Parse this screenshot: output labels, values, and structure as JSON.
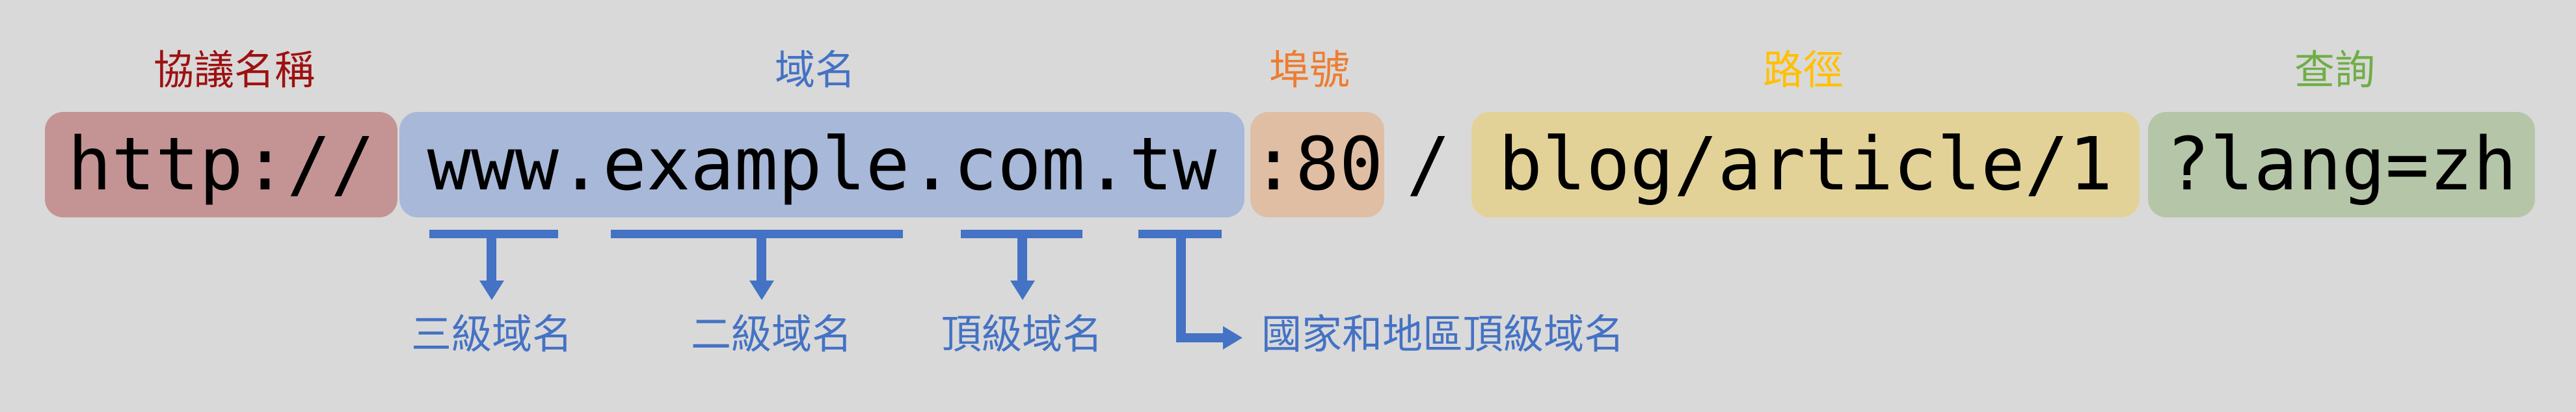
{
  "diagram": {
    "background": "#d9d9d9",
    "separator": "/",
    "parts": {
      "protocol": {
        "label": "協議名稱",
        "value": "http://",
        "label_color": "#9d1111",
        "box_color": "#c49494"
      },
      "domain": {
        "label": "域名",
        "value": "www.example.com.tw",
        "label_color": "#4472c4",
        "box_color": "#a8b8d8"
      },
      "port": {
        "label": "埠號",
        "value": ":80",
        "label_color": "#ed7d31",
        "box_color": "#e0bea4"
      },
      "path": {
        "label": "路徑",
        "value": "blog/article/1",
        "label_color": "#ffc000",
        "box_color": "#e3d298"
      },
      "query": {
        "label": "查詢",
        "value": "?lang=zh",
        "label_color": "#70ad47",
        "box_color": "#b5c6a8"
      }
    },
    "domain_breakdown": {
      "color": "#4472c4",
      "third_level_label": "三級域名",
      "second_level_label": "二級域名",
      "top_level_label": "頂級域名",
      "country_top_level_label": "國家和地區頂級域名"
    }
  }
}
